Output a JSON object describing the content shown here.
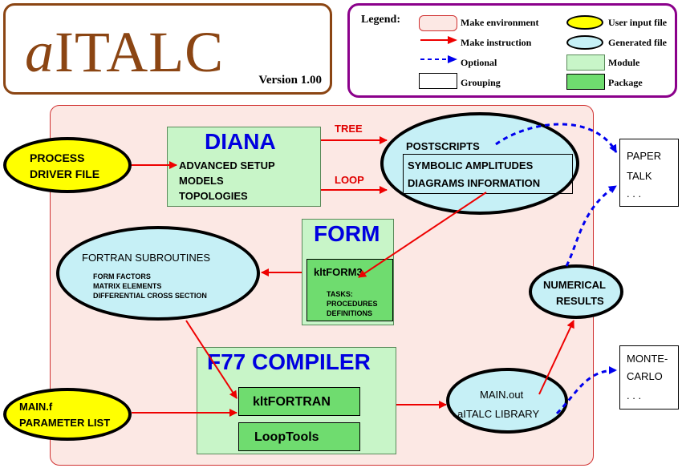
{
  "logo": {
    "a": "a",
    "i": "I",
    "rest": "TALC",
    "version": "Version 1.00"
  },
  "legend": {
    "title": "Legend:",
    "make_environment": "Make environment",
    "make_instruction": "Make instruction",
    "optional": "Optional",
    "grouping": "Grouping",
    "user_input_file": "User input file",
    "generated_file": "Generated file",
    "module": "Module",
    "package": "Package"
  },
  "colors": {
    "red": "#ee0000",
    "blue": "#0000ee",
    "brown": "#8b4513",
    "purple": "#8b008b"
  },
  "nodes": {
    "process_driver": {
      "line1": "PROCESS",
      "line2": "DRIVER FILE"
    },
    "diana": {
      "title": "DIANA",
      "l1": "ADVANCED SETUP",
      "l2": "MODELS",
      "l3": "TOPOLOGIES"
    },
    "tree_label": "TREE",
    "loop_label": "LOOP",
    "postscripts": {
      "title": "POSTSCRIPTS",
      "l1": "SYMBOLIC AMPLITUDES",
      "l2": "DIAGRAMS INFORMATION"
    },
    "paper": {
      "l1": "PAPER",
      "l2": "TALK",
      "l3": ". . ."
    },
    "form": {
      "title": "FORM",
      "sub": "kltFORM3",
      "t1": "TASKS:",
      "t2": "PROCEDURES",
      "t3": "DEFINITIONS"
    },
    "fortran_sub": {
      "title": "FORTRAN SUBROUTINES",
      "l1": "FORM FACTORS",
      "l2": "MATRIX ELEMENTS",
      "l3": "DIFFERENTIAL CROSS SECTION"
    },
    "numerical": {
      "l1": "NUMERICAL",
      "l2": "RESULTS"
    },
    "f77": {
      "title": "F77 COMPILER",
      "p1": "kltFORTRAN",
      "p2": "LoopTools"
    },
    "main_f": {
      "l1": "MAIN.f",
      "l2": "PARAMETER LIST"
    },
    "main_out": {
      "l1": "MAIN.out",
      "l2": "aITALC LIBRARY"
    },
    "monte": {
      "l1": "MONTE-",
      "l2": "CARLO",
      "l3": ". . ."
    }
  }
}
